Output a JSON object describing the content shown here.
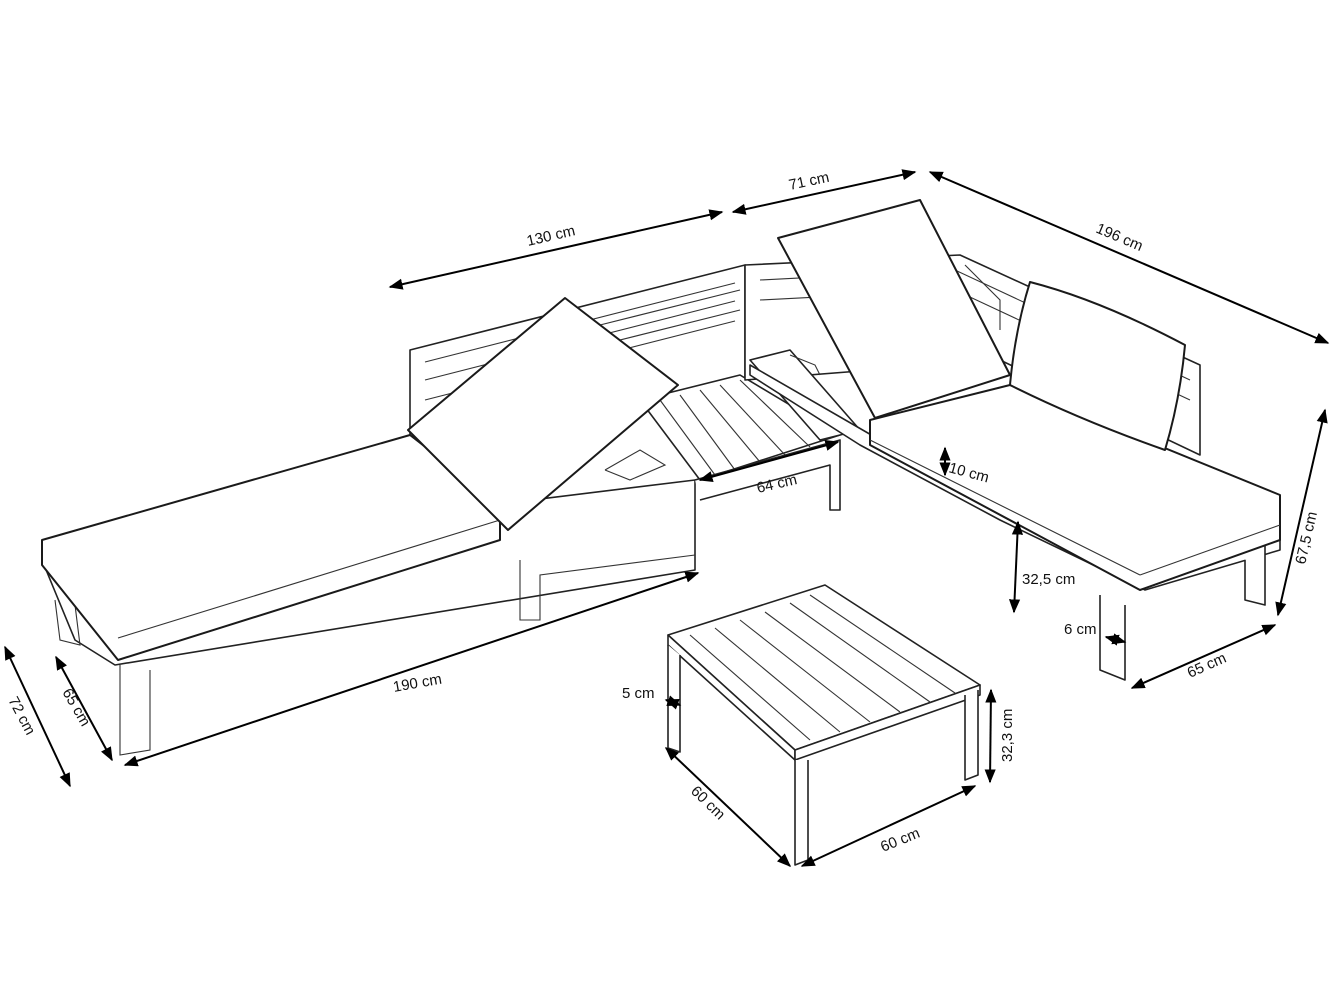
{
  "dimensions": {
    "sofa_left_length": "130 cm",
    "sofa_corner_width": "71 cm",
    "sofa_right_length": "196 cm",
    "backrest_height": "67,5 cm",
    "cushion_thickness": "10 cm",
    "seat_height": "32,5 cm",
    "leg_width": "6 cm",
    "seat_depth_right": "65 cm",
    "middle_seat_depth": "64 cm",
    "lounger_length": "190 cm",
    "lounger_depth": "65 cm",
    "lounger_height": "72 cm",
    "table_leg": "5 cm",
    "table_height": "32,3 cm",
    "table_depth": "60 cm",
    "table_width": "60 cm"
  },
  "colors": {
    "line": "#222222",
    "background": "#ffffff"
  }
}
